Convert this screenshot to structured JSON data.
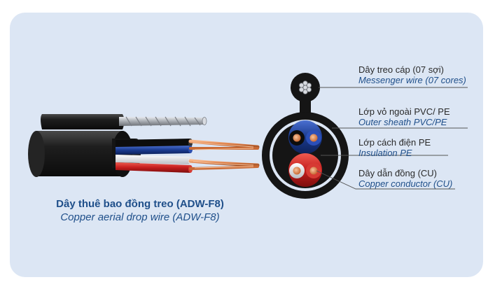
{
  "caption": {
    "title_vi": "Dây thuê bao đồng treo (ADW-F8)",
    "title_en": "Copper aerial drop wire (ADW-F8)"
  },
  "labels": [
    {
      "id": "messenger",
      "vi": "Dây treo cáp (07 sợi)",
      "en": "Messenger wire (07 cores)"
    },
    {
      "id": "sheath",
      "vi": "Lớp vỏ ngoài PVC/ PE",
      "en": "Outer sheath PVC/PE"
    },
    {
      "id": "insulation",
      "vi": "Lớp cách điện PE",
      "en": "Insulation PE"
    },
    {
      "id": "conductor",
      "vi": "Dây dẫn đồng (CU)",
      "en": "Copper conductor (CU)"
    }
  ],
  "colors": {
    "background": "#dce6f4",
    "sheath": "#1b1b1b",
    "blue_core": "#1a3a8e",
    "red_core": "#c41d1d",
    "copper": "#e0895a",
    "steel": "#b8bcc2",
    "text_blue": "#1f4f8a"
  }
}
